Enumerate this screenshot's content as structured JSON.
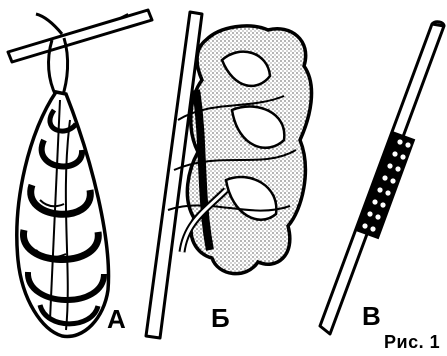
{
  "figure": {
    "labels": {
      "a": "А",
      "b": "Б",
      "v": "В"
    },
    "caption": "Рис. 1",
    "colors": {
      "ink": "#000000",
      "paper": "#ffffff"
    }
  }
}
